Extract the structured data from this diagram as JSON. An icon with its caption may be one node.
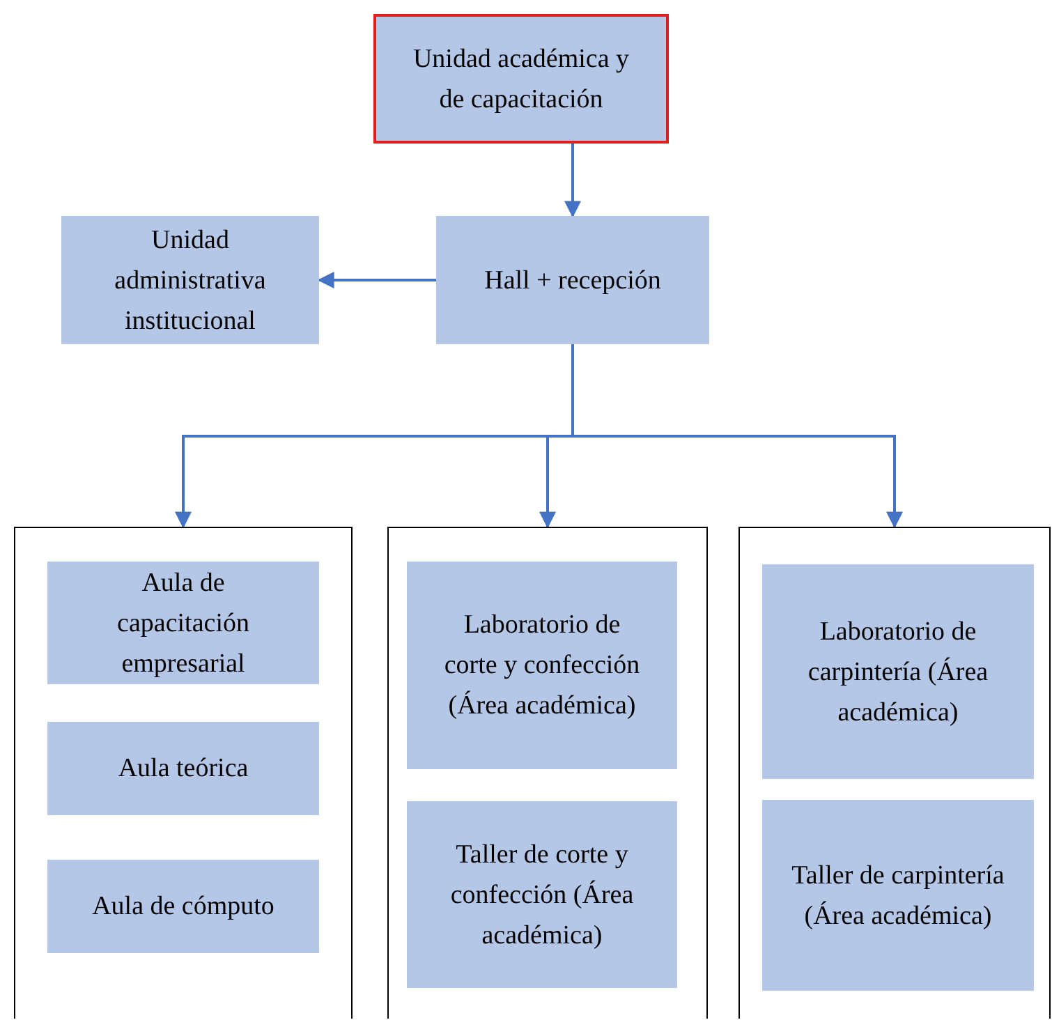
{
  "diagram": {
    "nodes": [
      {
        "text": [
          "Unidad académica y de capacitación"
        ]
      },
      {
        "text": [
          "Hall + recepción"
        ]
      },
      {
        "text": [
          "Unidad administrativa institucional"
        ]
      },
      {
        "text": [],
        "shape": "box"
      },
      {
        "text": [],
        "shape": "box"
      },
      {
        "text": [],
        "shape": "box"
      },
      {
        "text": [
          "Aula de capacitación empresarial"
        ],
        "in": 3
      },
      {
        "text": [
          "Aula teórica"
        ],
        "in": 3
      },
      {
        "text": [
          "Aula de cómputo"
        ],
        "in": 3
      },
      {
        "text": [
          "Laboratorio de corte y confección (Área académica)"
        ],
        "in": 4
      },
      {
        "text": [
          "Taller de corte y confección (Área académica)"
        ],
        "in": 4
      },
      {
        "text": [
          "Laboratorio de carpintería (Área académica)"
        ],
        "in": 5
      },
      {
        "text": [
          "Taller de carpintería (Área académica)"
        ],
        "in": 5
      }
    ],
    "edges": [
      {
        "from": 0,
        "to": 1,
        "arrow": "to"
      },
      {
        "from": 1,
        "to": 2,
        "arrow": "to"
      },
      {
        "from": 1,
        "to": 3,
        "arrow": "to"
      },
      {
        "from": 1,
        "to": 4,
        "arrow": "to"
      },
      {
        "from": 1,
        "to": 5,
        "arrow": "to"
      }
    ]
  }
}
